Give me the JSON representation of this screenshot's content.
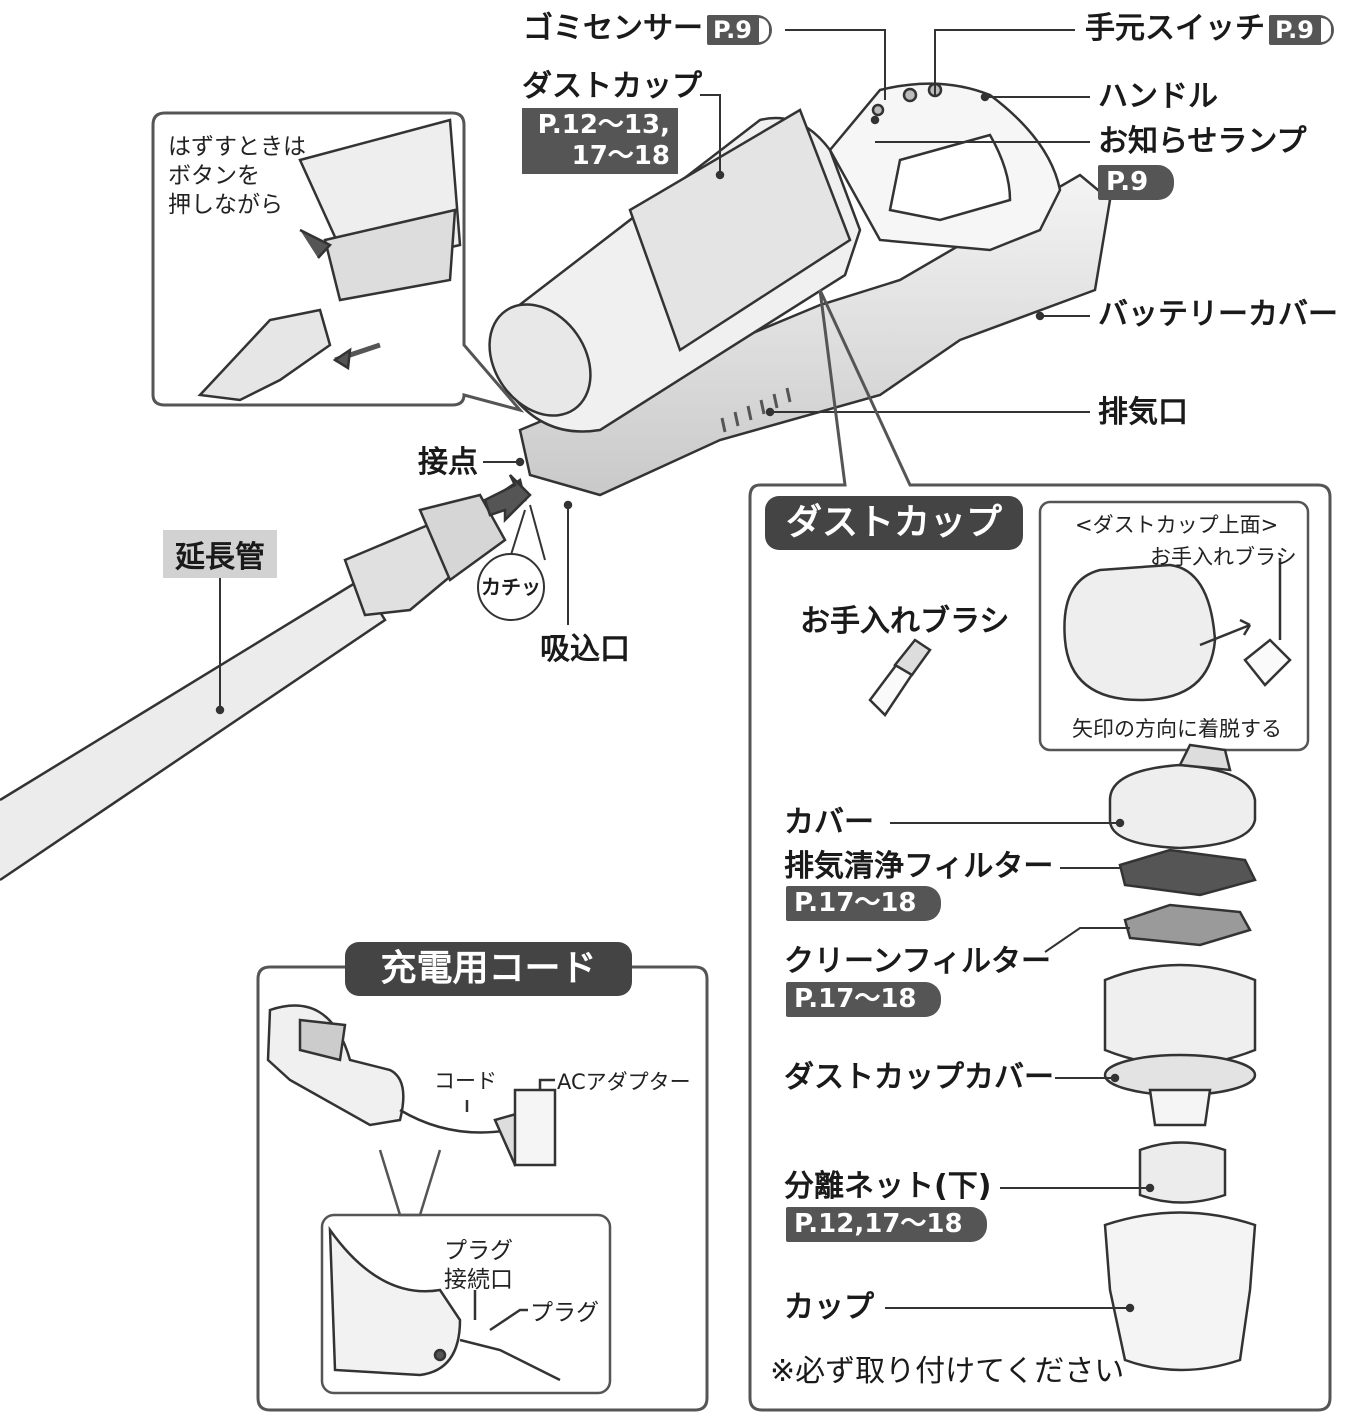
{
  "callouts": {
    "gomi_sensor": "ゴミセンサー",
    "gomi_sensor_ref": "P.9",
    "temoto_switch": "手元スイッチ",
    "temoto_switch_ref": "P.9",
    "handle": "ハンドル",
    "oshirase_lamp": "お知らせランプ",
    "oshirase_lamp_ref": "P.9",
    "dust_cup": "ダストカップ",
    "dust_cup_ref_1": "P.12〜13,",
    "dust_cup_ref_2": "17〜18",
    "battery_cover": "バッテリーカバー",
    "exhaust": "排気口",
    "contact": "接点",
    "extension_pipe": "延長管",
    "click_sound": "カチッ",
    "intake": "吸込口"
  },
  "inset_remove": {
    "line1": "はずすときは",
    "line2": "ボタンを",
    "line3": "押しながら"
  },
  "dust_cup_panel": {
    "title": "ダストカップ",
    "top_view_title": "<ダストカップ上面>",
    "top_view_brush": "お手入れブラシ",
    "top_view_caption": "矢印の方向に着脱する",
    "brush_label": "お手入れブラシ",
    "parts": [
      {
        "label": "カバー",
        "ref": ""
      },
      {
        "label": "排気清浄フィルター",
        "ref": "P.17〜18"
      },
      {
        "label": "クリーンフィルター",
        "ref": "P.17〜18"
      },
      {
        "label": "ダストカップカバー",
        "ref": ""
      },
      {
        "label": "分離ネット(下)",
        "ref": "P.12,17〜18"
      },
      {
        "label": "カップ",
        "ref": ""
      }
    ],
    "note": "※必ず取り付けてください"
  },
  "charging_panel": {
    "title": "充電用コード",
    "cord": "コード",
    "ac_adapter": "ACアダプター",
    "plug_port_1": "プラグ",
    "plug_port_2": "接続口",
    "plug": "プラグ"
  }
}
